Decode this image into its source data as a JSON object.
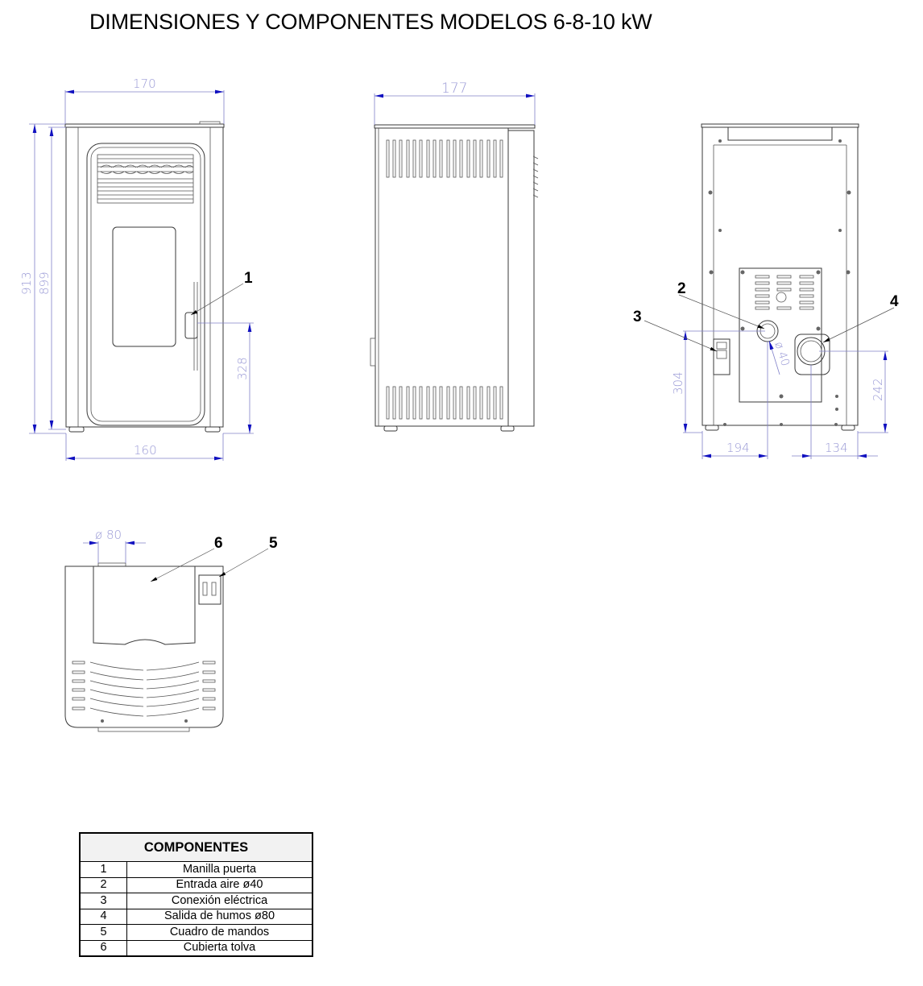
{
  "title": "DIMENSIONES Y COMPONENTES MODELOS 6-8-10 kW",
  "views": {
    "front": {
      "dim_top_width": "170",
      "dim_bottom_width": "160",
      "dim_height_total": "913",
      "dim_height_body": "899",
      "dim_handle_height": "328",
      "callout": "1"
    },
    "side": {
      "dim_depth": "177"
    },
    "back": {
      "dim_power_height": "304",
      "dim_fume_height": "242",
      "dim_air_from_left": "194",
      "dim_fume_from_right": "134",
      "dim_air_diameter": "ø 40",
      "callouts": [
        "2",
        "3",
        "4"
      ]
    },
    "top": {
      "dim_flue_diameter": "ø 80",
      "callouts": [
        "5",
        "6"
      ]
    }
  },
  "components_table": {
    "header": "COMPONENTES",
    "rows": [
      {
        "num": "1",
        "label": "Manilla puerta"
      },
      {
        "num": "2",
        "label": "Entrada aire ø40"
      },
      {
        "num": "3",
        "label": "Conexión eléctrica"
      },
      {
        "num": "4",
        "label": "Salida de humos ø80"
      },
      {
        "num": "5",
        "label": "Cuadro de mandos"
      },
      {
        "num": "6",
        "label": "Cubierta tolva"
      }
    ]
  }
}
